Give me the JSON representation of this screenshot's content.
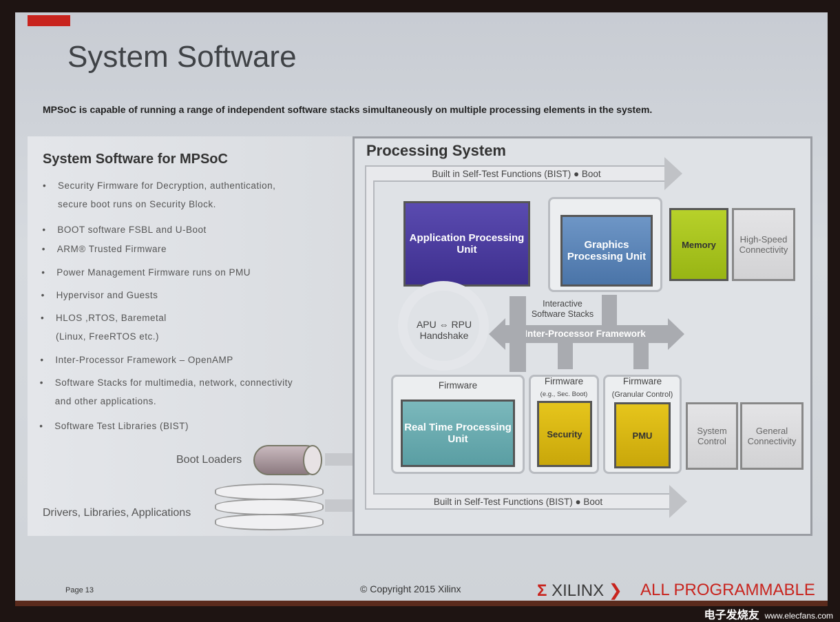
{
  "slide": {
    "title": "System Software",
    "subtitle": "MPSoC is capable of running a range of independent software stacks simultaneously  on multiple processing elements in the system.",
    "left_panel": {
      "heading": "System Software for MPSoC",
      "bullets": [
        {
          "line1": "Security Firmware for Decryption, authentication,",
          "line2": "secure boot runs on Security Block."
        },
        {
          "line1": "BOOT software FSBL and U-Boot"
        },
        {
          "line1": "ARM® Trusted Firmware"
        },
        {
          "line1": "Power Management Firmware runs on PMU"
        },
        {
          "line1": "Hypervisor and Guests"
        },
        {
          "line1": "HLOS ,RTOS, Baremetal",
          "line2": "(Linux, FreeRTOS etc.)"
        },
        {
          "line1": "Inter-Processor Framework – OpenAMP"
        },
        {
          "line1": "Software Stacks for multimedia, network, connectivity",
          "line2": "and other applications."
        },
        {
          "line1": "Software Test Libraries (BIST)"
        }
      ],
      "boot_loaders": "Boot Loaders",
      "drivers": "Drivers, Libraries, Applications"
    },
    "diagram": {
      "title": "Processing System",
      "bist_top": "Built in Self-Test Functions (BIST)  ●  Boot",
      "bist_bottom": "Built in Self-Test Functions (BIST)  ●  Boot",
      "apu": "Application Processing Unit",
      "gpu": "Graphics Processing Unit",
      "memory": "Memory",
      "hs_conn": "High-Speed Connectivity",
      "handshake": "APU ⇔ RPU Handshake",
      "interactive": "Interactive Software Stacks",
      "ipf": "Inter-Processor Framework",
      "fw_rpu": "Firmware",
      "rpu": "Real Time Processing Unit",
      "fw_sec": "Firmware",
      "fw_sec_note": "(e.g., Sec. Boot)",
      "security": "Security",
      "fw_pmu": "Firmware",
      "fw_pmu_note": "(Granular Control)",
      "pmu": "PMU",
      "sys_ctrl": "System Control",
      "gen_conn": "General Connectivity",
      "colors": {
        "apu": "#4a3a9e",
        "gpu": "#5d86b8",
        "memory": "#a8c41c",
        "rpu": "#5fa3a8",
        "security": "#d6b511",
        "pmu": "#d6b511"
      }
    },
    "footer": {
      "page": "Page  13",
      "copyright": "© Copyright 2015 Xilinx",
      "logo": "XILINX",
      "tagline": "ALL PROGRAMMABLE"
    },
    "watermark": {
      "text": "电子发烧友",
      "url": "www.elecfans.com"
    }
  }
}
